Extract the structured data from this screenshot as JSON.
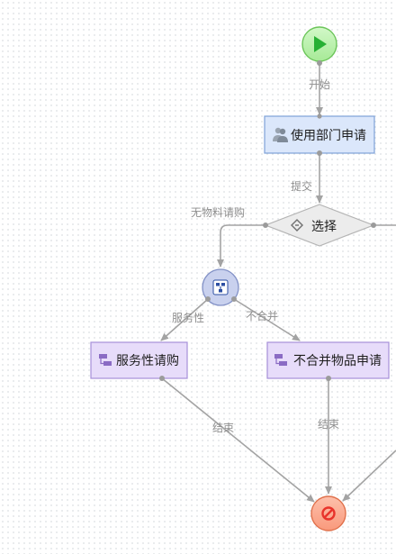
{
  "colors": {
    "start_fill": "#b4f0a6",
    "start_stroke": "#6cc55a",
    "start_icon": "#27b034",
    "task_fill": "#dbe7fb",
    "task_stroke": "#7ea2d8",
    "sub_fill": "#e7dcfa",
    "sub_stroke": "#a690d8",
    "gateway_fill": "#ececec",
    "gateway_stroke": "#b4b4b4",
    "parallel_fill": "#c9d1ee",
    "parallel_stroke": "#8291c6",
    "end_fill": "#fba88e",
    "end_stroke": "#e0714c",
    "end_icon": "#e8332b",
    "edge": "#a3a3a3"
  },
  "nodes": {
    "start": {
      "icon": "play-icon"
    },
    "dept_apply": {
      "label": "使用部门申请",
      "icon": "user-group-icon"
    },
    "choice": {
      "label": "选择",
      "icon": "choice-diamond-icon"
    },
    "split": {
      "icon": "split-join-icon"
    },
    "service_purchase": {
      "label": "服务性请购",
      "icon": "subprocess-icon"
    },
    "non_merge_apply": {
      "label": "不合并物品申请",
      "icon": "subprocess-icon"
    },
    "end": {
      "icon": "stop-icon"
    }
  },
  "edges": {
    "start_label": "开始",
    "submit_label": "提交",
    "no_material_label": "无物料请购",
    "service_label": "服务性",
    "non_merge_label": "不合并",
    "end1_label": "结束",
    "end2_label": "结束"
  }
}
